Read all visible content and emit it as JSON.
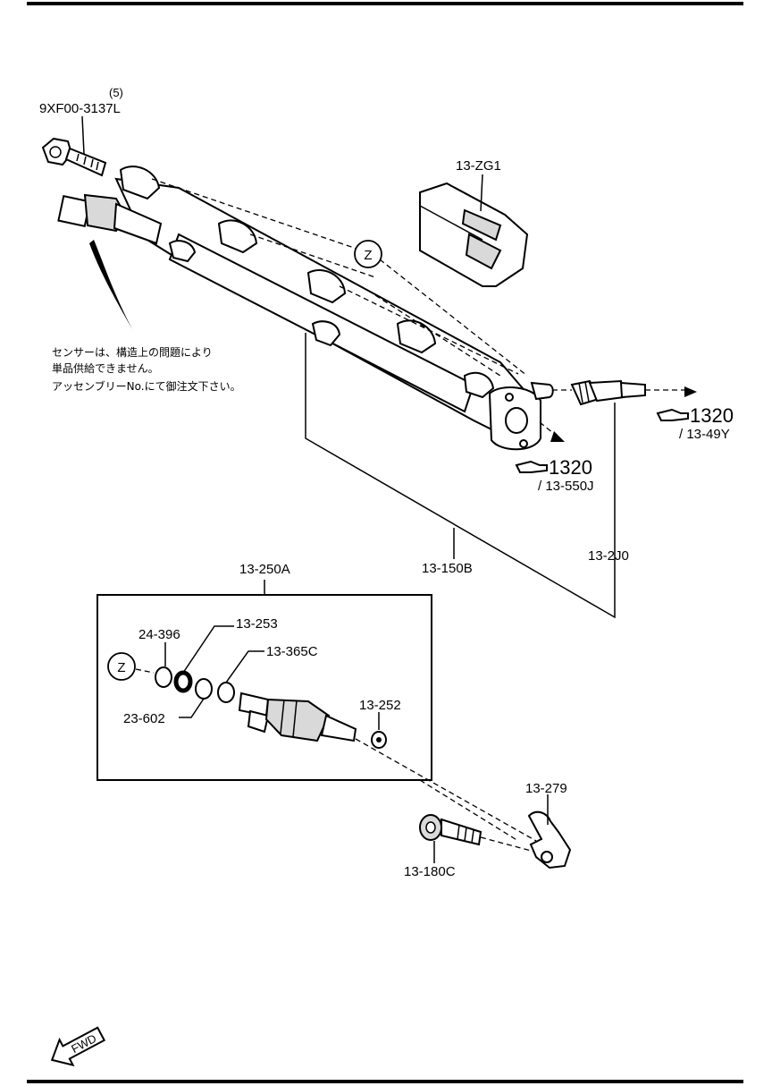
{
  "labels": {
    "bolt_qty": "(5)",
    "bolt": "9XF00-3137L",
    "cover": "13-ZG1",
    "z_top": "Z",
    "note_line1": "センサーは、構造上の問題により",
    "note_line2": "単品供給できません。",
    "note_line3": "アッセンブリーNo.にて御注文下さい。",
    "ref1_num": "1320",
    "ref1_sub": "/ 13-49Y",
    "ref2_num": "1320",
    "ref2_sub": "/ 13-550J",
    "pipe": "13-2J0",
    "rail": "13-150B",
    "injector_asm": "13-250A",
    "oring_253": "13-253",
    "washer_396": "24-396",
    "ring_365c": "13-365C",
    "z_box": "Z",
    "ring_602": "23-602",
    "cap_252": "13-252",
    "bracket": "13-279",
    "bolt2": "13-180C",
    "fwd": "FWD"
  }
}
